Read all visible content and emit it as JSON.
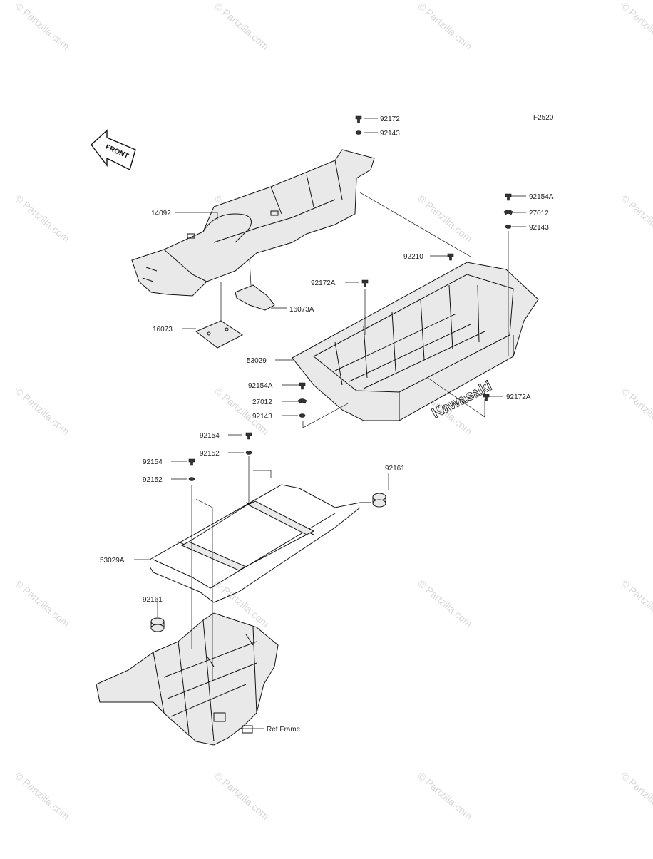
{
  "figure_code": "F2520",
  "watermark_text": "© Partzilla.com",
  "front_arrow_text": "FRONT",
  "brand_text": "Kawasaki",
  "callouts": [
    {
      "id": "c-92172-top",
      "label": "92172"
    },
    {
      "id": "c-92143-top",
      "label": "92143"
    },
    {
      "id": "c-92154a-right",
      "label": "92154A"
    },
    {
      "id": "c-27012-right",
      "label": "27012"
    },
    {
      "id": "c-92143-right",
      "label": "92143"
    },
    {
      "id": "c-14092",
      "label": "14092"
    },
    {
      "id": "c-92210",
      "label": "92210"
    },
    {
      "id": "c-92172a-left",
      "label": "92172A"
    },
    {
      "id": "c-16073a",
      "label": "16073A"
    },
    {
      "id": "c-16073",
      "label": "16073"
    },
    {
      "id": "c-53029",
      "label": "53029"
    },
    {
      "id": "c-92154a-left",
      "label": "92154A"
    },
    {
      "id": "c-27012-left",
      "label": "27012"
    },
    {
      "id": "c-92143-left",
      "label": "92143"
    },
    {
      "id": "c-92172a-right",
      "label": "92172A"
    },
    {
      "id": "c-92154-upper",
      "label": "92154"
    },
    {
      "id": "c-92152-upper",
      "label": "92152"
    },
    {
      "id": "c-92154-lower",
      "label": "92154"
    },
    {
      "id": "c-92152-lower",
      "label": "92152"
    },
    {
      "id": "c-92161-right",
      "label": "92161"
    },
    {
      "id": "c-53029a",
      "label": "53029A"
    },
    {
      "id": "c-92161-left",
      "label": "92161"
    },
    {
      "id": "c-ref-frame",
      "label": "Ref.Frame"
    }
  ]
}
